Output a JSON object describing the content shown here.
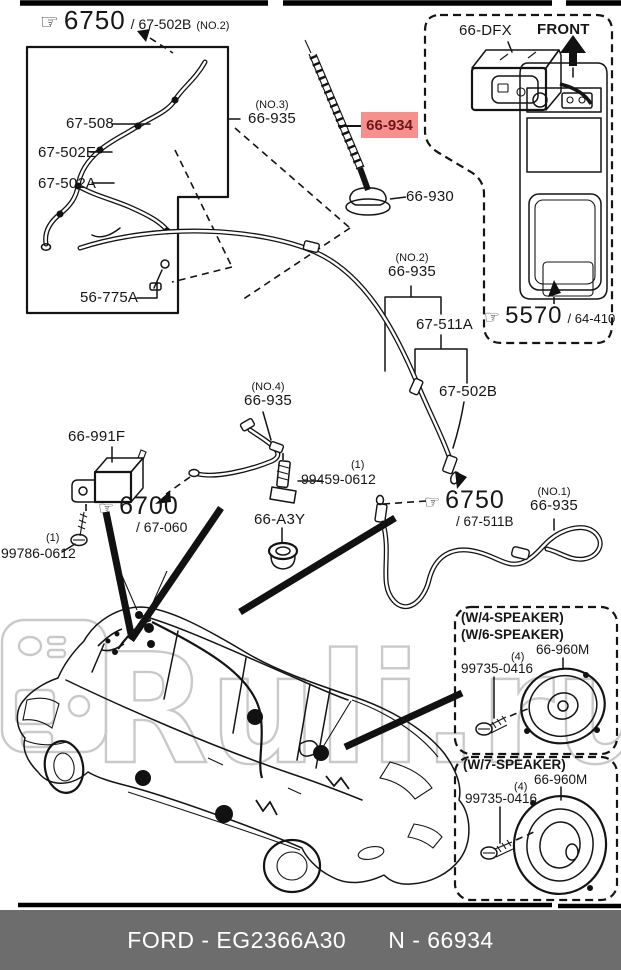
{
  "refs": {
    "top": {
      "hand": "☞",
      "code": "6750",
      "sub": "/ 67-502B",
      "note": "(NO.2)"
    },
    "antenna_feeder": {
      "hand": "☞",
      "code": "6700",
      "sub": "/ 67-060"
    },
    "rear_feeder": {
      "hand": "☞",
      "code": "6750",
      "sub": "/ 67-511B"
    },
    "console": {
      "hand": "☞",
      "code": "5570",
      "sub": "/ 64-410"
    }
  },
  "parts": {
    "p67508": "67-508",
    "p67502e": "67-502E",
    "p67502a": "67-502A",
    "p56775a": "56-775A",
    "p66934": "66-934",
    "p66930": "66-930",
    "p66dfx": "66-DFX",
    "front": "FRONT",
    "p67511a": "67-511A",
    "p67502b": "67-502B",
    "p66991f": "66-991F",
    "p66a3y": "66-A3Y"
  },
  "harness_notes": {
    "no3": {
      "note": "(NO.3)",
      "part": "66-935"
    },
    "no2": {
      "note": "(NO.2)",
      "part": "66-935"
    },
    "no4": {
      "note": "(NO.4)",
      "part": "66-935"
    },
    "no1": {
      "note": "(NO.1)",
      "part": "66-935"
    }
  },
  "fasteners": {
    "relay_screw": {
      "qty": "(1)",
      "part": "99786-0612"
    },
    "harness_bolt": {
      "qty": "(1)",
      "part": "99459-0612"
    }
  },
  "speaker_boxes": [
    {
      "lines": [
        "(W/4-SPEAKER)",
        "(W/6-SPEAKER)"
      ],
      "qty": "(4)",
      "screw": "99735-0416",
      "part": "66-960M"
    },
    {
      "lines": [
        "(W/7-SPEAKER)"
      ],
      "qty": "(4)",
      "screw": "99735-0416",
      "part": "66-960M"
    }
  ],
  "watermark": "Ruli.ru",
  "footer": {
    "maker": "FORD - EG2366A30",
    "number": "N - 66934"
  },
  "colors": {
    "highlight_bg": "#f5908f",
    "highlight_text": "#6d1717",
    "footer_bg": "#6d6d6d",
    "watermark": "#c9c9c9"
  }
}
